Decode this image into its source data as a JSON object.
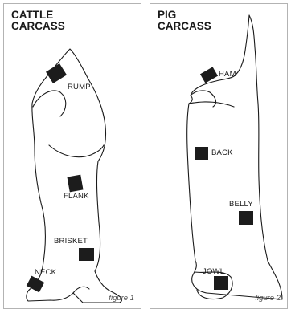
{
  "figures": [
    {
      "title_line1": "CATTLE",
      "title_line2": "CARCASS",
      "caption": "figure 1",
      "cuts": [
        {
          "label": "RUMP"
        },
        {
          "label": "FLANK"
        },
        {
          "label": "BRISKET"
        },
        {
          "label": "NECK"
        }
      ]
    },
    {
      "title_line1": "PIG",
      "title_line2": "CARCASS",
      "caption": "figure 2",
      "cuts": [
        {
          "label": "HAM"
        },
        {
          "label": "BACK"
        },
        {
          "label": "BELLY"
        },
        {
          "label": "JOWL"
        }
      ]
    }
  ]
}
